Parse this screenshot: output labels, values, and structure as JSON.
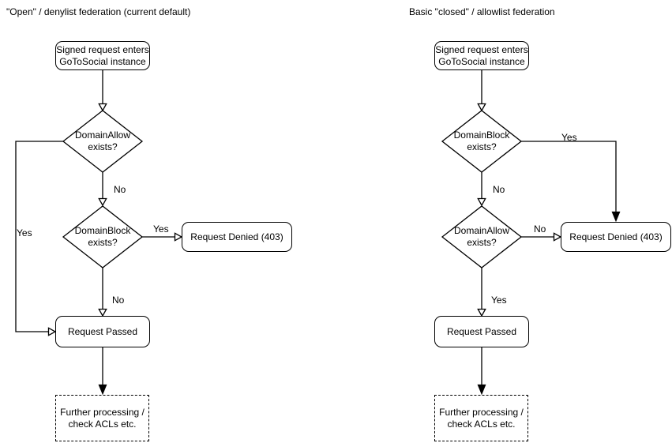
{
  "canvas": {
    "background": "#ffffff",
    "line_color": "#000000",
    "text_color": "#000000"
  },
  "charts": [
    {
      "title": "\"Open\" / denylist federation (current default)",
      "nodes": {
        "start": {
          "line1": "Signed request enters",
          "line2": "GoToSocial instance"
        },
        "decision1": {
          "line1": "DomainAllow",
          "line2": "exists?"
        },
        "decision2": {
          "line1": "DomainBlock",
          "line2": "exists?"
        },
        "denied": {
          "label": "Request Denied (403)"
        },
        "passed": {
          "label": "Request Passed"
        },
        "further": {
          "line1": "Further processing /",
          "line2": "check ACLs etc."
        }
      },
      "edge_labels": {
        "decision1_no": "No",
        "decision1_yes": "Yes",
        "decision2_yes": "Yes",
        "decision2_no": "No"
      }
    },
    {
      "title": "Basic \"closed\" / allowlist federation",
      "nodes": {
        "start": {
          "line1": "Signed request enters",
          "line2": "GoToSocial instance"
        },
        "decision1": {
          "line1": "DomainBlock",
          "line2": "exists?"
        },
        "decision2": {
          "line1": "DomainAllow",
          "line2": "exists?"
        },
        "denied": {
          "label": "Request Denied (403)"
        },
        "passed": {
          "label": "Request Passed"
        },
        "further": {
          "line1": "Further processing /",
          "line2": "check ACLs etc."
        }
      },
      "edge_labels": {
        "decision1_yes": "Yes",
        "decision1_no": "No",
        "decision2_no": "No",
        "decision2_yes": "Yes"
      }
    }
  ]
}
